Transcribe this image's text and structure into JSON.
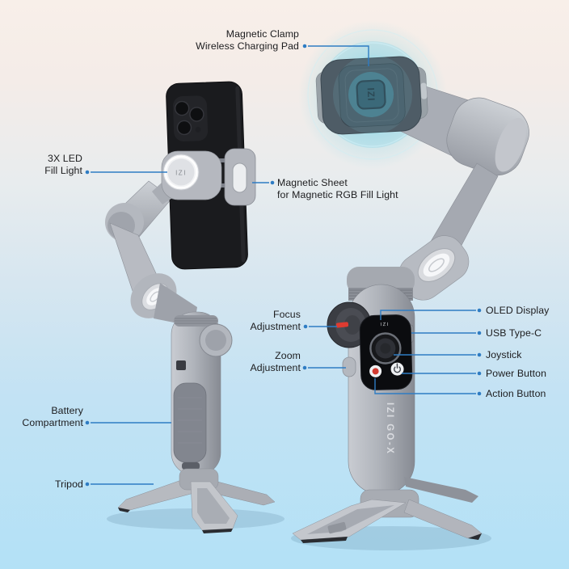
{
  "diagram": {
    "subject": "smartphone gimbal stabilizer annotated diagram",
    "views": [
      "gimbal with phone mounted",
      "gimbal handle controls"
    ]
  },
  "product": {
    "model_text": "IZI GO-X",
    "brand_logo_text": "IZI",
    "fill_light_text": "IZI",
    "oled_screen_text": "IZI"
  },
  "labels": {
    "magnetic_clamp": {
      "line1": "Magnetic Clamp",
      "line2": "Wireless Charging Pad"
    },
    "led_fill_light": {
      "line1": "3X LED",
      "line2": "Fill Light"
    },
    "magnetic_sheet": {
      "line1": "Magnetic Sheet",
      "line2": "for Magnetic RGB Fill Light"
    },
    "focus_adjustment": {
      "line1": "Focus",
      "line2": "Adjustment"
    },
    "zoom_adjustment": {
      "line1": "Zoom",
      "line2": "Adjustment"
    },
    "battery_compartment": {
      "line1": "Battery",
      "line2": "Compartment"
    },
    "tripod": {
      "line1": "Tripod"
    },
    "oled_display": {
      "line1": "OLED Display"
    },
    "usb_type_c": {
      "line1": "USB Type-C"
    },
    "joystick": {
      "line1": "Joystick"
    },
    "power_button": {
      "line1": "Power Button"
    },
    "action_button": {
      "line1": "Action Button"
    }
  },
  "colors": {
    "background_top": "#f8efe9",
    "background_bottom": "#b3e1f6",
    "callout_line": "#2e7cc3",
    "label_text": "#1c1c1e",
    "glow_cyan": "#49c4de",
    "record_button": "#d23a31",
    "focus_marker": "#de3b31",
    "metal_gray": "#a8acb4",
    "phone_black": "#1a1b1e"
  }
}
